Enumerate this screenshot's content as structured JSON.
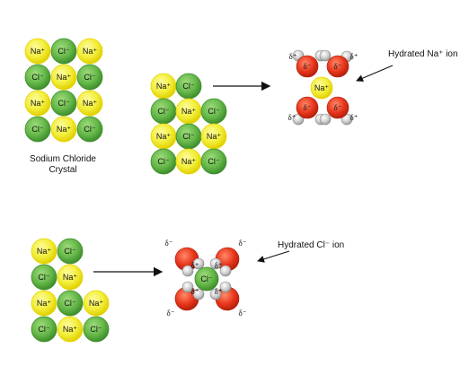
{
  "crystal_caption": {
    "line1": "Sodium Chloride",
    "line2": "Crystal"
  },
  "na_label": "Na⁺",
  "cl_label": "Cl⁻",
  "hydrated_na_label": "Hydrated Na⁺ ion",
  "hydrated_cl_label": "Hydrated Cl⁻ ion",
  "delta_minus": "δ⁻",
  "delta_plus": "δ⁺",
  "delta_inner": "δ",
  "colors": {
    "na_fill": "#f2ee3a",
    "na_stroke": "#e8d400",
    "cl_fill": "#66b84a",
    "cl_stroke": "#3e8e2c",
    "oxygen": "#e8371d",
    "hydrogen": "#c8c8c8",
    "arrow": "#111111"
  },
  "lattices": {
    "crystal": [
      [
        "Na",
        "Cl",
        "Na"
      ],
      [
        "Cl",
        "Na",
        "Cl"
      ],
      [
        "Na",
        "Cl",
        "Na"
      ],
      [
        "Cl",
        "Na",
        "Cl"
      ]
    ],
    "dissolving_top": [
      [
        "Na",
        "Cl",
        ""
      ],
      [
        "Cl",
        "Na",
        "Cl"
      ],
      [
        "Na",
        "Cl",
        "Na"
      ],
      [
        "Cl",
        "Na",
        "Cl"
      ]
    ],
    "dissolving_bottom": [
      [
        "Na",
        "Cl",
        ""
      ],
      [
        "Cl",
        "Na",
        ""
      ],
      [
        "Na",
        "Cl",
        "Na"
      ],
      [
        "Cl",
        "Na",
        "Cl"
      ]
    ]
  }
}
